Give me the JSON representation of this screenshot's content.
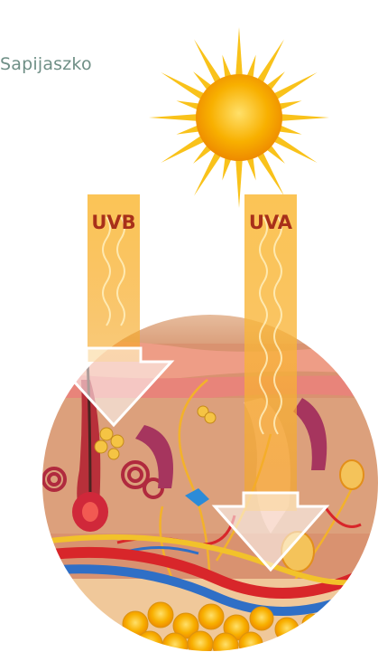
{
  "credit": {
    "text": "Sapijaszko"
  },
  "labels": {
    "uvb": "UVB",
    "uva": "UVA"
  },
  "colors": {
    "sun_core": "#f6a300",
    "sun_rays": "#f9c21a",
    "beam": "#f7b92a",
    "label": "#a8301a",
    "skin": "#e8ad8a",
    "fat": "#f2b83a",
    "artery": "#d8262a",
    "vein": "#2f6fc6"
  },
  "icons": {
    "sun": "sun-icon",
    "uvb_arrow": "arrow-down-icon",
    "uva_arrow": "arrow-down-icon"
  }
}
